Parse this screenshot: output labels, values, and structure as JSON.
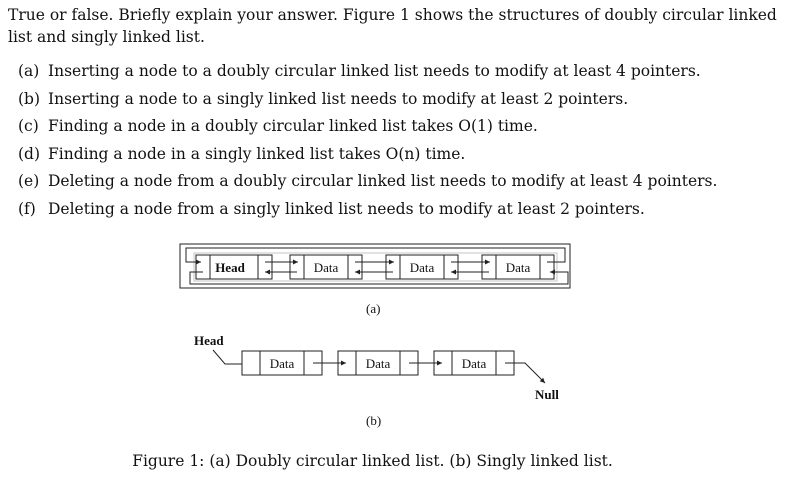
{
  "question": {
    "intro": "True or false. Briefly explain your answer. Figure 1 shows the structures of doubly circular linked list and singly linked list.",
    "items": [
      {
        "label": "(a)",
        "text": "Inserting a node to a doubly circular linked list needs to modify at least 4 pointers."
      },
      {
        "label": "(b)",
        "text": "Inserting a node to a singly linked list needs to modify at least 2 pointers."
      },
      {
        "label": "(c)",
        "text": "Finding a node in a doubly circular linked list takes O(1) time."
      },
      {
        "label": "(d)",
        "text": "Finding a node in a singly linked list takes O(n) time."
      },
      {
        "label": "(e)",
        "text": "Deleting a node from a doubly circular linked list needs to modify at least 4 pointers."
      },
      {
        "label": "(f)",
        "text": "Deleting a node from a singly linked list needs to modify at least 2 pointers."
      }
    ]
  },
  "figure": {
    "doubly": {
      "nodes": [
        "Head",
        "Data",
        "Data",
        "Data"
      ],
      "sublabel": "(a)"
    },
    "singly": {
      "head_label": "Head",
      "nodes": [
        "Data",
        "Data",
        "Data"
      ],
      "null_label": "Null",
      "sublabel": "(b)"
    },
    "caption": "Figure 1: (a) Doubly circular linked list. (b) Singly linked list."
  }
}
